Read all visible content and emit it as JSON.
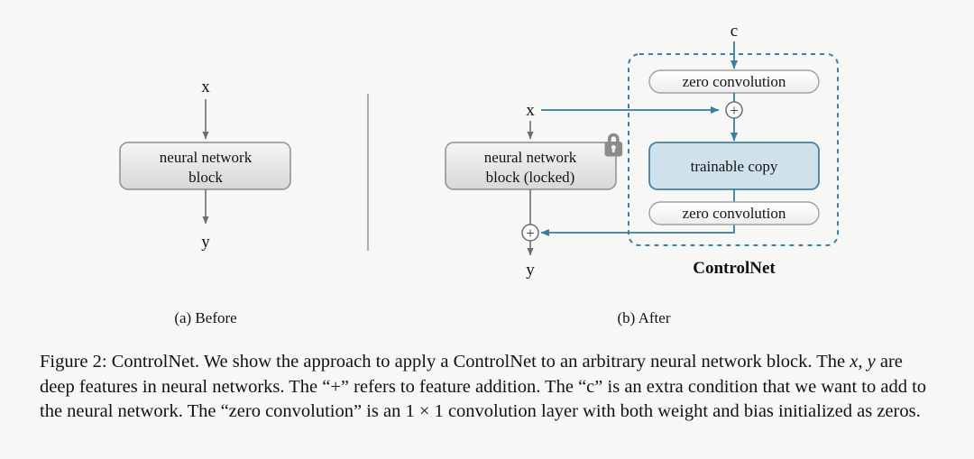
{
  "figure": {
    "background_color": "#f7f7f6",
    "divider_color": "#9a9a9a",
    "panel_a": {
      "subcaption": "(a) Before",
      "input_label": "x",
      "output_label": "y",
      "block_label_line1": "neural network",
      "block_label_line2": "block",
      "block_fill_top": "#f2f2f2",
      "block_fill_bottom": "#dcdcdc",
      "block_border": "#8e8e8e",
      "arrow_color": "#6f6f6f"
    },
    "panel_b": {
      "subcaption": "(b) After",
      "input_label": "x",
      "output_label": "y",
      "condition_label": "c",
      "locked_block_line1": "neural network",
      "locked_block_line2": "block (locked)",
      "lock_icon": "lock-icon",
      "lock_color": "#8a8a8a",
      "trainable_copy_label": "trainable copy",
      "trainable_fill": "#cfe2ec",
      "trainable_border": "#4a7f99",
      "zero_conv_top_label": "zero convolution",
      "zero_conv_bottom_label": "zero convolution",
      "zero_conv_fill": "#fafafa",
      "zero_conv_border": "#a0a0a0",
      "add_node_glyph": "+",
      "add_node_border": "#6f6f6f",
      "group_label": "ControlNet",
      "group_border_color": "#3c7fa6",
      "accent_arrow_color": "#3b7d9e",
      "gray_arrow_color": "#6f6f6f"
    }
  },
  "caption": {
    "prefix": "Figure 2: ControlNet.",
    "line1_rest": " We show the approach to apply a ControlNet to an arbitrary neural network",
    "seg_a": "block. The ",
    "math_x": "x",
    "comma": ", ",
    "math_y": "y",
    "seg_b": " are deep features in neural networks. The “+” refers to feature addition. The “c” is",
    "seg_c": "an extra condition that we want to add to the neural network. The “zero convolution” is an ",
    "math_1x1": "1 × 1",
    "seg_d": "convolution layer with both weight and bias initialized as zeros."
  }
}
